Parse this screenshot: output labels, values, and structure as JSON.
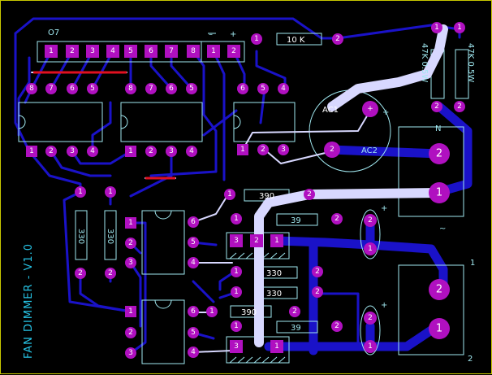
{
  "board": {
    "title": "FAN DIMMER - V1.0",
    "colors": {
      "background": "#000000",
      "trace": "#1a12c8",
      "pad": "#b010c0",
      "silkscreen": "#a0e8f0",
      "jumper_white": "#ffffff",
      "jumper_red": "#e01020",
      "highlight_trace": "#d8d8ff"
    }
  },
  "labels": {
    "ic_top": "O7",
    "minus": "–",
    "plus": "+",
    "r_top": "10 K",
    "r_right1": "47K 0.5W",
    "r_right2": "47K 0.5W",
    "ac1": "AC1",
    "ac2": "AC2",
    "plus_bridge": "+",
    "r_390_top": "390",
    "r_39_top": "39",
    "r_330_a": "330",
    "r_330_b": "330",
    "r_330_c": "330",
    "r_330_d": "330",
    "r_390_bottom": "390",
    "r_39_bottom": "39",
    "plus_cap1": "+",
    "plus_cap2": "+",
    "mark_n": "N",
    "mark_tilde": "~",
    "mark_1": "1",
    "mark_2": "2",
    "triac1_p3": "3",
    "triac1_p2": "2",
    "triac1_p1": "1",
    "triac2_p3": "3"
  },
  "header_pins": [
    "1",
    "2",
    "3",
    "4",
    "5",
    "6",
    "7",
    "8",
    "1",
    "2"
  ],
  "ic1_top": [
    "8",
    "7",
    "6",
    "5"
  ],
  "ic1_bottom": [
    "1",
    "2",
    "3",
    "4"
  ],
  "ic2_top": [
    "8",
    "7",
    "6",
    "5"
  ],
  "ic2_bottom": [
    "1",
    "2",
    "3",
    "4"
  ],
  "ic3_top": [
    "6",
    "5",
    "4"
  ],
  "ic3_bottom": [
    "1",
    "2",
    "3"
  ],
  "opto1_left": [
    "1",
    "2",
    "3"
  ],
  "opto1_right": [
    "6",
    "5",
    "4"
  ],
  "opto2_left": [
    "1",
    "2",
    "3"
  ],
  "opto2_right": [
    "6",
    "5",
    "4"
  ],
  "misc_pads": {
    "r10k_1": "1",
    "r10k_2": "2",
    "r47_1": "1",
    "r47_2": "2",
    "r47b_1": "1",
    "r47b_2": "2",
    "r390t_1": "1",
    "r390t_2": "2",
    "r39t_1": "1",
    "r39t_2": "2",
    "cap1_2": "2",
    "cap1_1": "1",
    "r330a_1": "1",
    "r330a_2": "2",
    "r330b_1": "1",
    "r330b_2": "2",
    "r390b_1": "1",
    "r390b_2": "2",
    "r39b_1": "1",
    "r39b_2": "2",
    "cap2_2": "2",
    "cap2_1": "1",
    "vr_1": "1",
    "vr_2": "2",
    "vr2_1": "1",
    "vr2_2": "2",
    "term1_2": "2",
    "term1_1": "1",
    "term2_2": "2",
    "term2_1": "1",
    "bridge_p": "+",
    "bridge_ac2": "2",
    "bridge_ac1": "1",
    "triac2_p1": "1"
  }
}
